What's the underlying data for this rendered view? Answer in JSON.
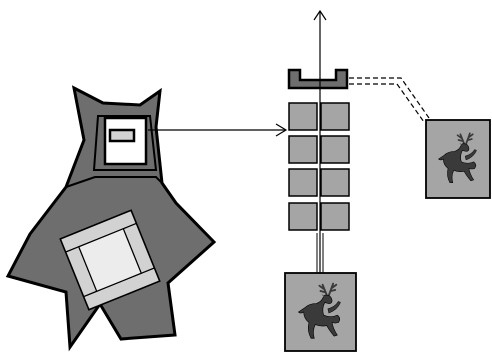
{
  "colors": {
    "background": "#ffffff",
    "outline": "#000000",
    "dark_fill": "#6e6e6e",
    "mid_fill": "#a5a5a5",
    "light_fill": "#d2d2d2",
    "pale_fill": "#ececec",
    "deer_fill": "#3a3a3a"
  },
  "figure": {
    "left_object": "star-shaped-holder-with-rotated-module",
    "center_object": "vertical-stack-of-eight-tiles-with-cap",
    "right_object": "tile-with-deer-emblem",
    "bottom_object": "tile-with-deer-emblem",
    "icons": [
      "deer-icon",
      "arrow-up-icon",
      "arrow-right-icon"
    ]
  }
}
